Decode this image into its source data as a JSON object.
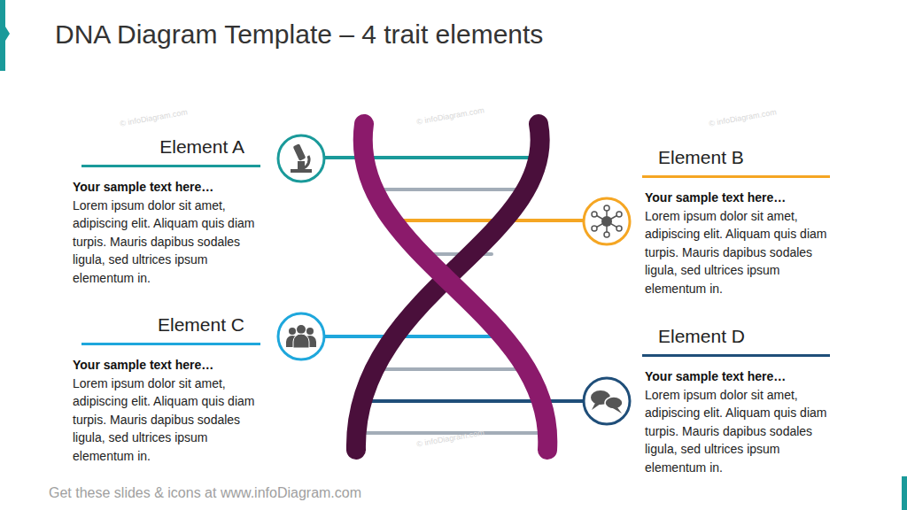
{
  "diagram": {
    "title": "DNA Diagram Template – 4 trait elements",
    "caption": "Get these slides & icons at www.infoDiagram.com",
    "nodes": [
      {
        "text": [
          "Element A",
          "Your sample text here…",
          "Lorem ipsum dolor sit amet, adipiscing elit. Aliquam quis diam turpis. Mauris dapibus sodales ligula, sed ultrices ipsum elementum in."
        ]
      },
      {
        "text": [
          "Element B",
          "Your sample text here…",
          "Lorem ipsum dolor sit amet, adipiscing elit. Aliquam quis diam turpis. Mauris dapibus sodales ligula, sed ultrices ipsum elementum in."
        ]
      },
      {
        "text": [
          "Element C",
          "Your sample text here…",
          "Lorem ipsum dolor sit amet, adipiscing elit. Aliquam quis diam turpis. Mauris dapibus sodales ligula, sed ultrices ipsum elementum in."
        ]
      },
      {
        "text": [
          "Element D",
          "Your sample text here…",
          "Lorem ipsum dolor sit amet, adipiscing elit. Aliquam quis diam turpis. Mauris dapibus sodales ligula, sed ultrices ipsum elementum in."
        ]
      }
    ],
    "labels": [
      "© infoDiagram.com",
      "© infoDiagram.com",
      "© infoDiagram.com",
      "© infoDiagram.com"
    ]
  }
}
